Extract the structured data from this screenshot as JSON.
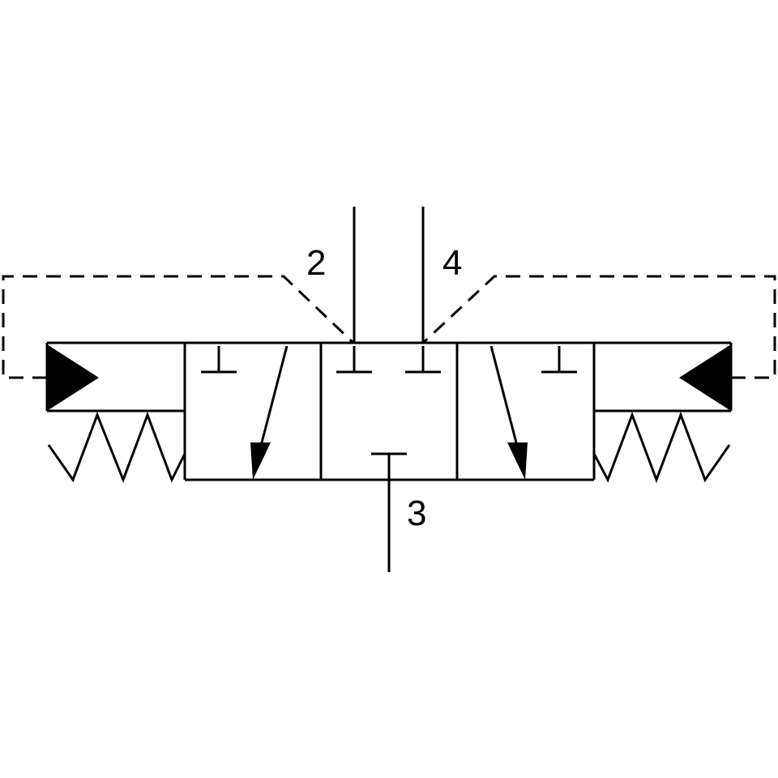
{
  "diagram": {
    "type": "valve-symbol",
    "ports": [
      {
        "id": "port-2",
        "label": "2"
      },
      {
        "id": "port-4",
        "label": "4"
      },
      {
        "id": "port-3",
        "label": "3"
      }
    ],
    "icons": [
      "pilot-triangle-left-icon",
      "pilot-triangle-right-icon",
      "spring-left-icon",
      "spring-right-icon",
      "flow-arrow-icon",
      "blocked-port-icon"
    ],
    "colors": {
      "line": "#000000",
      "background": "#ffffff"
    }
  }
}
